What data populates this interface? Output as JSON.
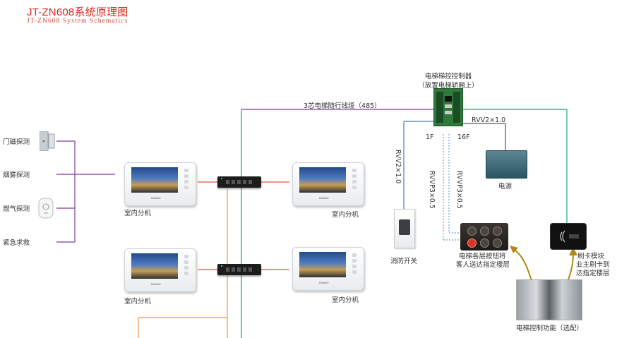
{
  "header": {
    "title": "JT-ZN608系统原理图",
    "subtitle": "JT-ZN608 System Schematics"
  },
  "sensors": {
    "door": "门磁探测",
    "smoke": "烟雾探测",
    "gas": "燃气探测",
    "emergency": "紧急求救"
  },
  "monitors": {
    "label": "室内分机",
    "brand": "DNAKE"
  },
  "cables": {
    "elevator_traveling": "3芯电梯随行线缆（485）",
    "rvv_power": "RVV2×1.0",
    "rvv_fire": "RVV2×1.0",
    "rvvp_1": "RVVP3×0.5",
    "rvvp_2": "RVVP3×0.5"
  },
  "controller": {
    "line1": "电梯梯控控制器",
    "line2": "（放置电梯轿厢上）",
    "floor_low": "1F",
    "floor_high": "16F"
  },
  "power": {
    "label": "电源"
  },
  "fire_switch": {
    "label": "消防开关"
  },
  "buttons": {
    "line1": "电梯各层按钮将",
    "line2": "客人送达指定楼层"
  },
  "card": {
    "line1": "刷卡模块",
    "line2": "业主刷卡到",
    "line3": "达指定楼层"
  },
  "elevator_function": {
    "label": "电梯控制功能（选配）"
  },
  "colors": {
    "title_red": "#e0261b",
    "purple_wire": "#7b3fa0",
    "red_wire": "#e0533c",
    "orange_wire": "#e8944a",
    "green_wire": "#3fb27f",
    "blue_wire": "#4a78b8",
    "arrow_gold": "#b08a12"
  }
}
